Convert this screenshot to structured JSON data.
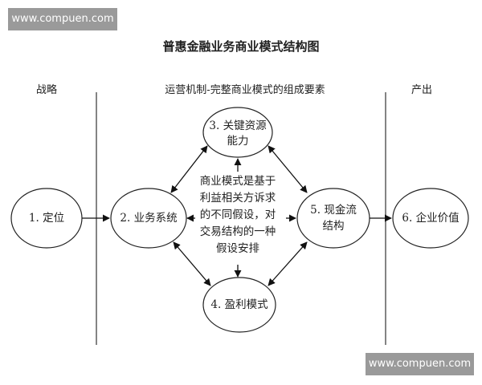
{
  "watermarks": {
    "top": "www.compuen.com",
    "bottom": "www.compuen.com"
  },
  "title": "普惠金融业务商业模式结构图",
  "columns": {
    "left": "战略",
    "middle": "运营机制-完整商业模式的组成要素",
    "right": "产出"
  },
  "nodes": {
    "n1": "1. 定位",
    "n2": "2. 业务系统",
    "n3_line1": "3. 关键资源",
    "n3_line2": "能力",
    "n4": "4. 盈利模式",
    "n5_line1": "5. 现金流",
    "n5_line2": "结构",
    "n6": "6. 企业价值"
  },
  "center_text": [
    "商业模式是基于",
    "利益相关方诉求",
    "的不同假设，对",
    "交易结构的一种",
    "假设安排"
  ]
}
